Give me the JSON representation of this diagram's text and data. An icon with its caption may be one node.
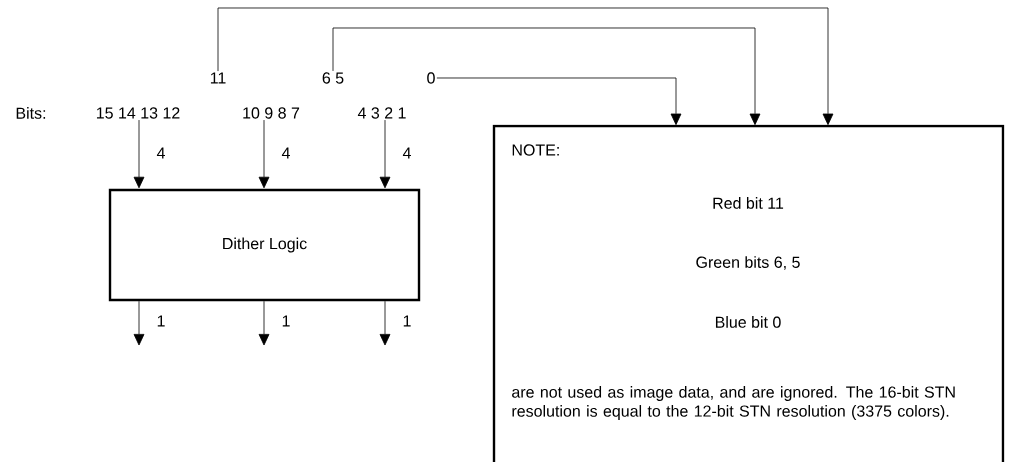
{
  "diagram": {
    "nodes": [
      {
        "text": [
          "11"
        ]
      },
      {
        "text": [
          "6 5"
        ]
      },
      {
        "text": [
          "0"
        ]
      },
      {
        "text": [
          "15 14 13 12"
        ]
      },
      {
        "text": [
          "10 9 8 7"
        ]
      },
      {
        "text": [
          "4 3 2 1"
        ]
      },
      {
        "text": [
          "Dither Logic"
        ]
      },
      {
        "text": [
          "NOTE:",
          "Red bit 11",
          "Green bits 6, 5",
          "Blue bit 0",
          "are not used as image data, and are ignored. The 16-bit STN resolution is equal to the 12-bit STN resolution (3375 colors)."
        ]
      }
    ],
    "edges": [
      {
        "from": 0,
        "to": 7,
        "arrow": "to"
      },
      {
        "from": 1,
        "to": 7,
        "arrow": "to"
      },
      {
        "from": 2,
        "to": 7,
        "arrow": "to"
      },
      {
        "from": 3,
        "to": 6,
        "arrow": "to",
        "label": "4"
      },
      {
        "from": 4,
        "to": 6,
        "arrow": "to",
        "label": "4"
      },
      {
        "from": 5,
        "to": 6,
        "arrow": "to",
        "label": "4"
      },
      {
        "from": 6,
        "to": null,
        "arrow": "to",
        "label": "1"
      },
      {
        "from": 6,
        "to": null,
        "arrow": "to",
        "label": "1"
      },
      {
        "from": 6,
        "to": null,
        "arrow": "to",
        "label": "1"
      }
    ],
    "labels": [
      "Bits:"
    ]
  }
}
